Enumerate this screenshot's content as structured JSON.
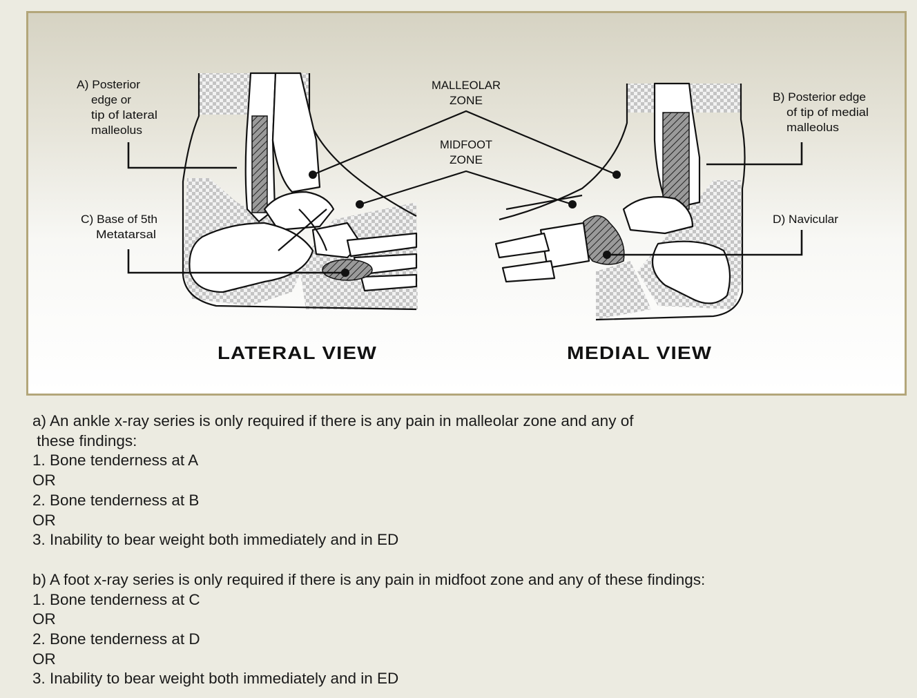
{
  "figure": {
    "labels": {
      "a_line1": "A) Posterior",
      "a_line2": "edge or",
      "a_line3": "tip of lateral",
      "a_line4": "malleolus",
      "b_line1": "B) Posterior edge",
      "b_line2": "of tip of medial",
      "b_line3": "malleolus",
      "c_line1": "C) Base of 5th",
      "c_line2": "Metatarsal",
      "d_line1": "D) Navicular",
      "malleolar_line1": "MALLEOLAR",
      "malleolar_line2": "ZONE",
      "midfoot_line1": "MIDFOOT",
      "midfoot_line2": "ZONE"
    },
    "lateral_view_title": "LATERAL VIEW",
    "medial_view_title": "MEDIAL VIEW"
  },
  "criteria": {
    "ankle": {
      "intro_line1": "a) An ankle x-ray series is only required if there is any pain in malleolar zone and any of",
      "intro_line2": " these findings:",
      "item1": "1. Bone tenderness at A",
      "or1": "OR",
      "item2": "2. Bone tenderness at B",
      "or2": "OR",
      "item3": "3. Inability to bear weight both immediately and in ED"
    },
    "foot": {
      "intro": "b) A foot x-ray series is only required if there is any pain in midfoot zone and any of these findings:",
      "item1": "1. Bone tenderness at C",
      "or1": "OR",
      "item2": "2. Bone tenderness at D",
      "or2": "OR",
      "item3": "3. Inability to bear weight both immediately and in ED"
    }
  },
  "colors": {
    "page_background": "#ecebe1",
    "frame_border": "#b3a67a",
    "zone_checker": "#c8c8c8"
  }
}
